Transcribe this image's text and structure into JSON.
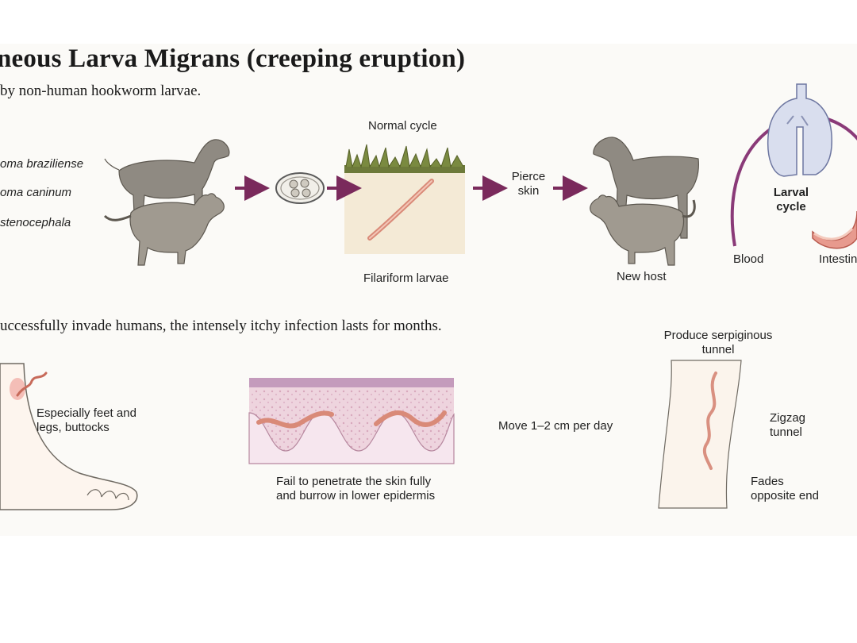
{
  "title": "neous Larva Migrans (creeping eruption)",
  "subtitle": "by non-human hookworm larvae.",
  "species": [
    "oma braziliense",
    "oma caninum",
    "stenocephala"
  ],
  "normal_cycle": {
    "heading": "Normal cycle",
    "larvae_label": "Filariform larvae",
    "pierce_label": [
      "Pierce",
      "skin"
    ],
    "new_host_label": "New host"
  },
  "larval_cycle": {
    "title": [
      "Larval",
      "cycle"
    ],
    "blood_label": "Blood",
    "intestine_label": "Intestin"
  },
  "human_sentence": "uccessfully invade humans, the intensely itchy infection lasts for months.",
  "foot_label": [
    "Especially feet and",
    "legs, buttocks"
  ],
  "skin_label": [
    "Fail to penetrate the skin fully",
    "and burrow in lower epidermis"
  ],
  "move_label": "Move 1–2 cm per day",
  "tunnel": {
    "produce": [
      "Produce serpiginous",
      "tunnel"
    ],
    "zigzag": [
      "Zigzag",
      "tunnel"
    ],
    "fades": [
      "Fades",
      "opposite end"
    ]
  },
  "colors": {
    "arrow": "#7a2a5c",
    "larval_cycle_arc": "#8a3a78",
    "worm": "#d98a78",
    "skin_pink": "#e8c0d0",
    "animal_gray": "#8f8a82"
  },
  "icons": [
    "egg-icon",
    "dog-icon",
    "cat-icon",
    "lung-icon",
    "intestine-icon",
    "foot-icon"
  ]
}
